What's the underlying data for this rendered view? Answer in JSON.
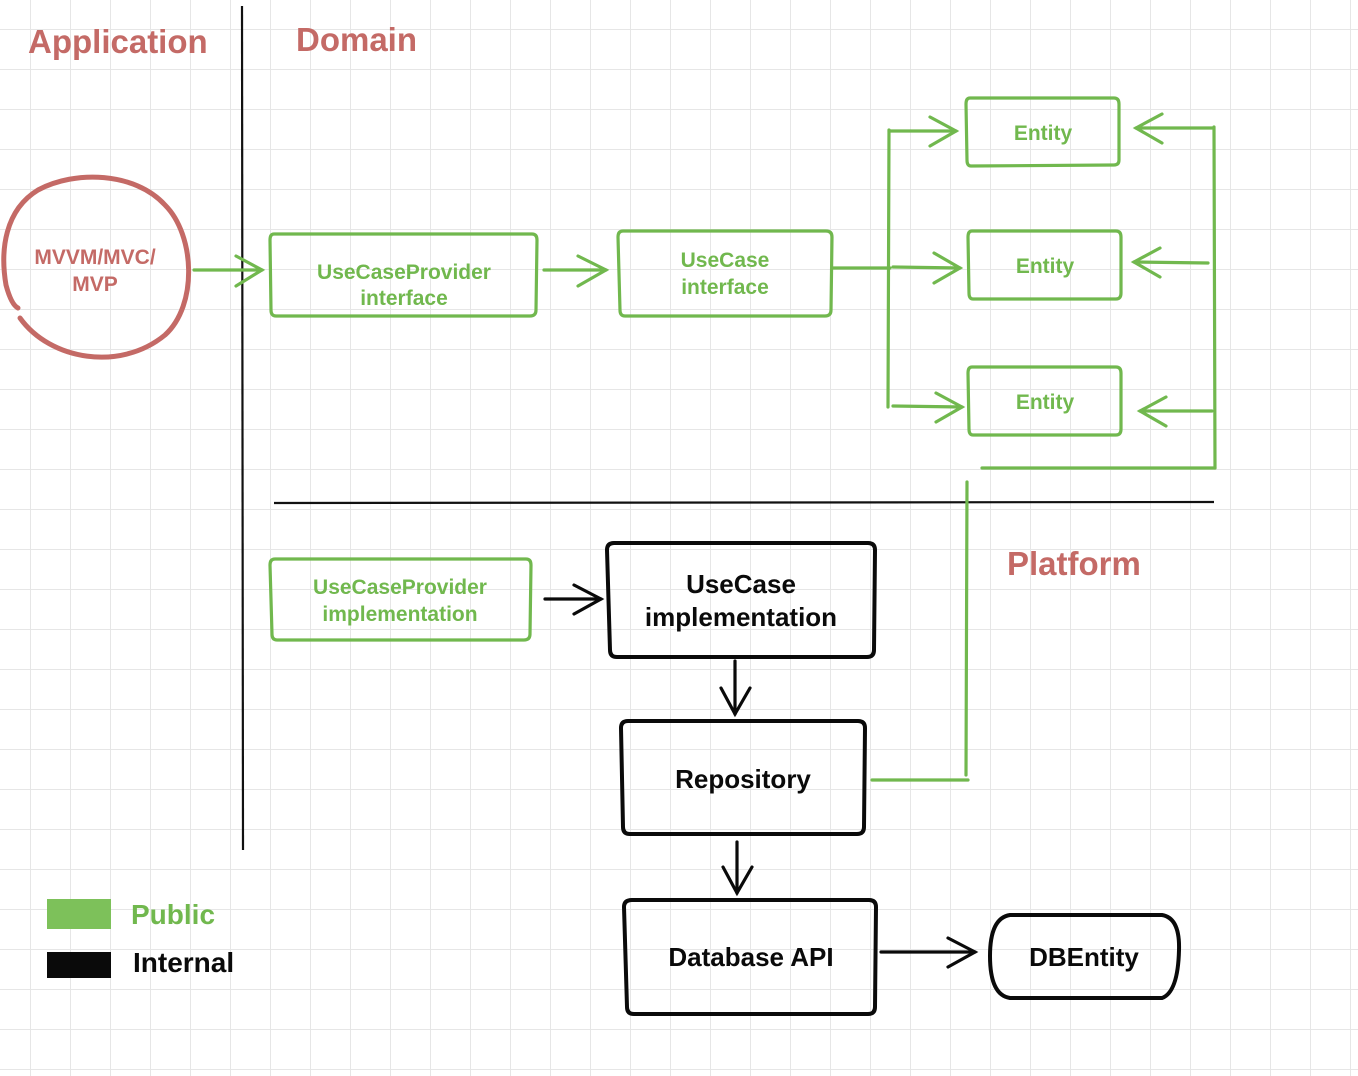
{
  "colors": {
    "public": "#71b84e",
    "internal": "#0a0a0a",
    "section": "#c46a66",
    "divider": "#111111"
  },
  "sections": {
    "application": "Application",
    "domain": "Domain",
    "platform": "Platform"
  },
  "nodes": {
    "mvvm": {
      "line1": "MVVM/MVC/",
      "line2": "MVP"
    },
    "usecase_provider_interface": {
      "line1": "UseCaseProvider",
      "line2": "interface"
    },
    "usecase_interface": {
      "line1": "UseCase",
      "line2": "interface"
    },
    "entity_1": "Entity",
    "entity_2": "Entity",
    "entity_3": "Entity",
    "usecase_provider_impl": {
      "line1": "UseCaseProvider",
      "line2": "implementation"
    },
    "usecase_impl": {
      "line1": "UseCase",
      "line2": "implementation"
    },
    "repository": "Repository",
    "database_api": "Database API",
    "dbentity": "DBEntity"
  },
  "legend": {
    "public": "Public",
    "internal": "Internal"
  }
}
